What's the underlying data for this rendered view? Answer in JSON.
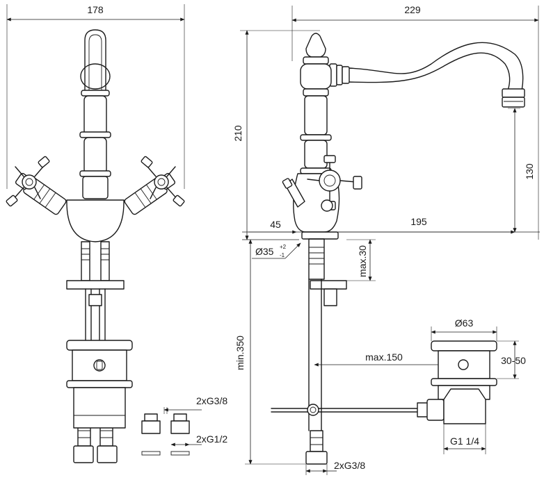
{
  "front_view": {
    "width": "178"
  },
  "side_view": {
    "spout_length": "229",
    "height": "210",
    "spout_clearance": "130",
    "spout_reach": "195",
    "body_offset": "45",
    "hole_diameter": "Ø35",
    "hole_tol_plus": "+2",
    "hole_tol_minus": "-1",
    "max_deck": "max.30",
    "min_tail": "min.350",
    "max_pull_rod": "max.150",
    "connection_bottom": "2xG3/8"
  },
  "waste": {
    "diameter": "Ø63",
    "range": "30-50",
    "thread": "G1 1/4"
  },
  "adapters": {
    "upper": "2xG3/8",
    "lower": "2xG1/2"
  }
}
